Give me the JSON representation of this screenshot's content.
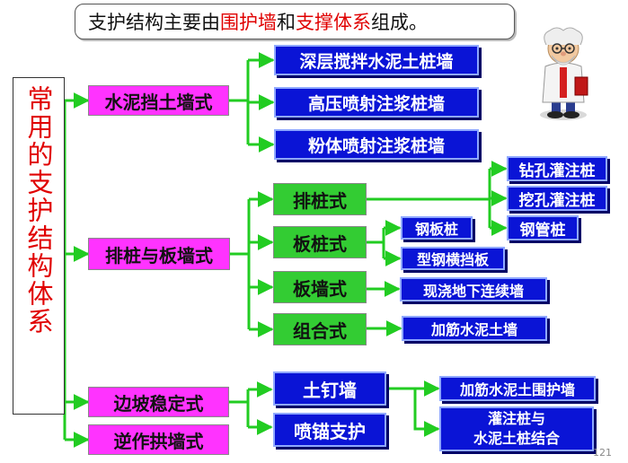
{
  "callout": {
    "prefix": "支护结构主要由",
    "hl1": "围护墙",
    "mid": "和",
    "hl2": "支撑体系",
    "suffix": "组成。"
  },
  "root_title": "常用的支护结构体系",
  "categories": [
    "水泥挡土墙式",
    "排桩与板墙式",
    "边坡稳定式",
    "逆作拱墙式"
  ],
  "cement_types": [
    "深层搅拌水泥土桩墙",
    "高压喷射注浆桩墙",
    "粉体喷射注浆桩墙"
  ],
  "pile_types": [
    "排桩式",
    "板桩式",
    "板墙式",
    "组合式"
  ],
  "row_pile_types": [
    "钻孔灌注桩",
    "挖孔灌注桩",
    "钢管桩"
  ],
  "sheet_pile_types": [
    "钢板桩",
    "型钢横挡板"
  ],
  "wall_type": "现浇地下连续墙",
  "combo_type": "加筋水泥土墙",
  "slope_types": [
    "土钉墙",
    "喷锚支护"
  ],
  "nail_types": [
    "加筋水泥土围护墙",
    "灌注桩与",
    "水泥土桩结合"
  ],
  "page_number": "121",
  "colors": {
    "line": "#22cc22",
    "pink": "#ff33ff",
    "green": "#33cc33",
    "blue": "#0a14d6",
    "highlight": "#e00000"
  },
  "icon": "professor-mascot"
}
